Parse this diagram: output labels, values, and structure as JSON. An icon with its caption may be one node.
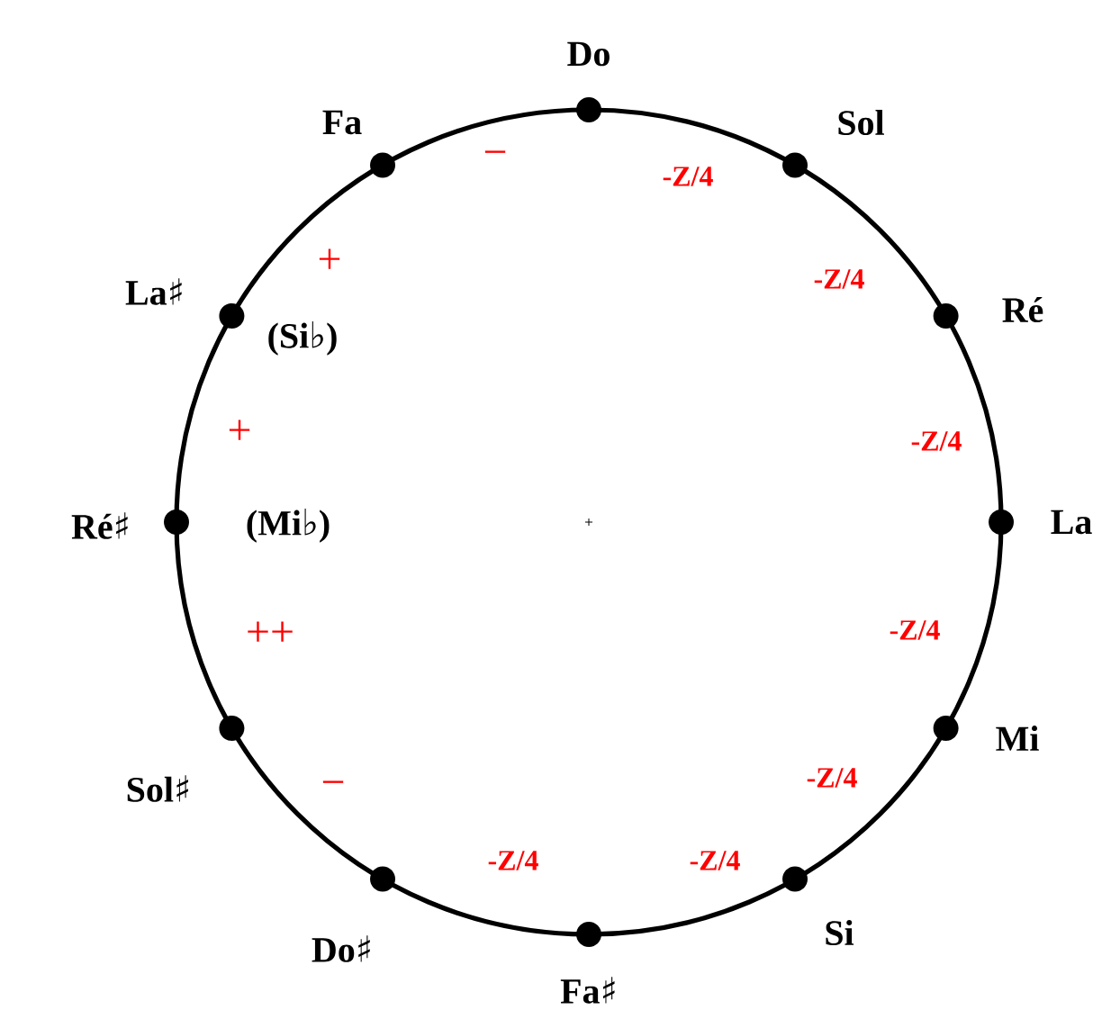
{
  "diagram": {
    "labels": [
      "Do",
      "Sol",
      "Ré",
      "La",
      "Mi",
      "Si",
      "Fa♯",
      "Do♯",
      "Sol♯",
      "Ré♯",
      "La♯",
      "Fa",
      "(Si♭)",
      "(Mi♭)",
      "-Z/4",
      "-Z/4",
      "-Z/4",
      "-Z/4",
      "-Z/4",
      "-Z/4",
      "-Z/4",
      "−",
      "+",
      "+",
      "++",
      "−"
    ]
  }
}
